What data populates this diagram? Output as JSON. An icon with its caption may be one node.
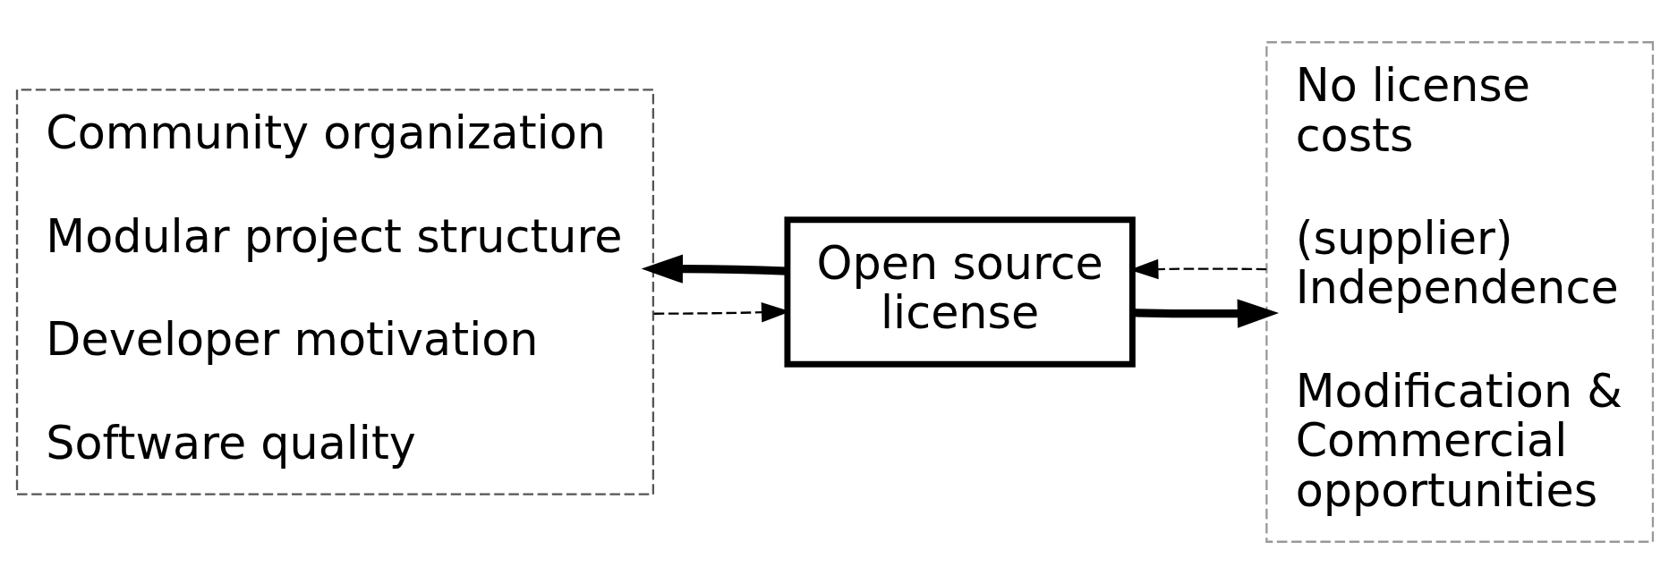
{
  "diagram": {
    "nodes": [
      {
        "text": [
          "Community organization",
          "Modular project structure",
          "Developer motivation",
          "Software quality"
        ]
      },
      {
        "text": [
          "Open source license"
        ]
      },
      {
        "text": [
          "No license costs",
          "(supplier) Independence",
          "Modification & Commercial opportunities"
        ]
      }
    ],
    "edges": [
      {
        "from": 0,
        "to": 1,
        "arrow": "to",
        "style": "dashed"
      },
      {
        "from": 1,
        "to": 0,
        "arrow": "to",
        "style": "thick"
      },
      {
        "from": 1,
        "to": 2,
        "arrow": "to",
        "style": "thick"
      },
      {
        "from": 2,
        "to": 1,
        "arrow": "to",
        "style": "dashed"
      }
    ]
  }
}
